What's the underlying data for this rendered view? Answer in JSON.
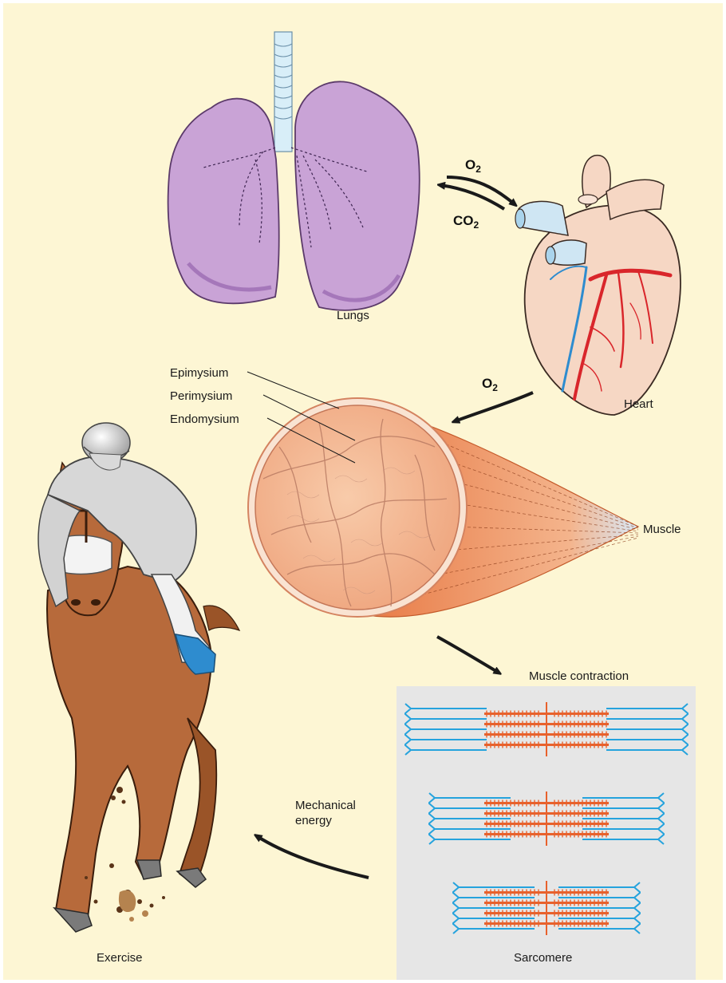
{
  "colors": {
    "background": "#fdf6d4",
    "lung": "#c9a3d6",
    "lung_dark": "#8e5aa6",
    "heart": "#f6d7c4",
    "artery": "#d9262b",
    "vein": "#2e8ccf",
    "muscle": "#f2b792",
    "muscle_edge": "#e87a45",
    "actin": "#25a3dd",
    "myosin": "#e8612c",
    "panel": "#e6e6e6",
    "horse": "#b76a3b",
    "arrow": "#1a1a1a"
  },
  "labels": {
    "lungs": "Lungs",
    "heart": "Heart",
    "muscle": "Muscle",
    "epimysium": "Epimysium",
    "perimysium": "Perimysium",
    "endomysium": "Endomysium",
    "muscle_contraction": "Muscle contraction",
    "sarcomere": "Sarcomere",
    "mechanical_energy_line1": "Mechanical",
    "mechanical_energy_line2": "energy",
    "exercise": "Exercise"
  },
  "gases": {
    "o2_main": "O",
    "o2_sub": "2",
    "co2_main": "CO",
    "co2_sub": "2",
    "o2_muscle_main": "O",
    "o2_muscle_sub": "2"
  },
  "icons": [
    "lungs-icon",
    "heart-icon",
    "muscle-icon",
    "sarcomere-icon",
    "horse-jockey-icon"
  ]
}
